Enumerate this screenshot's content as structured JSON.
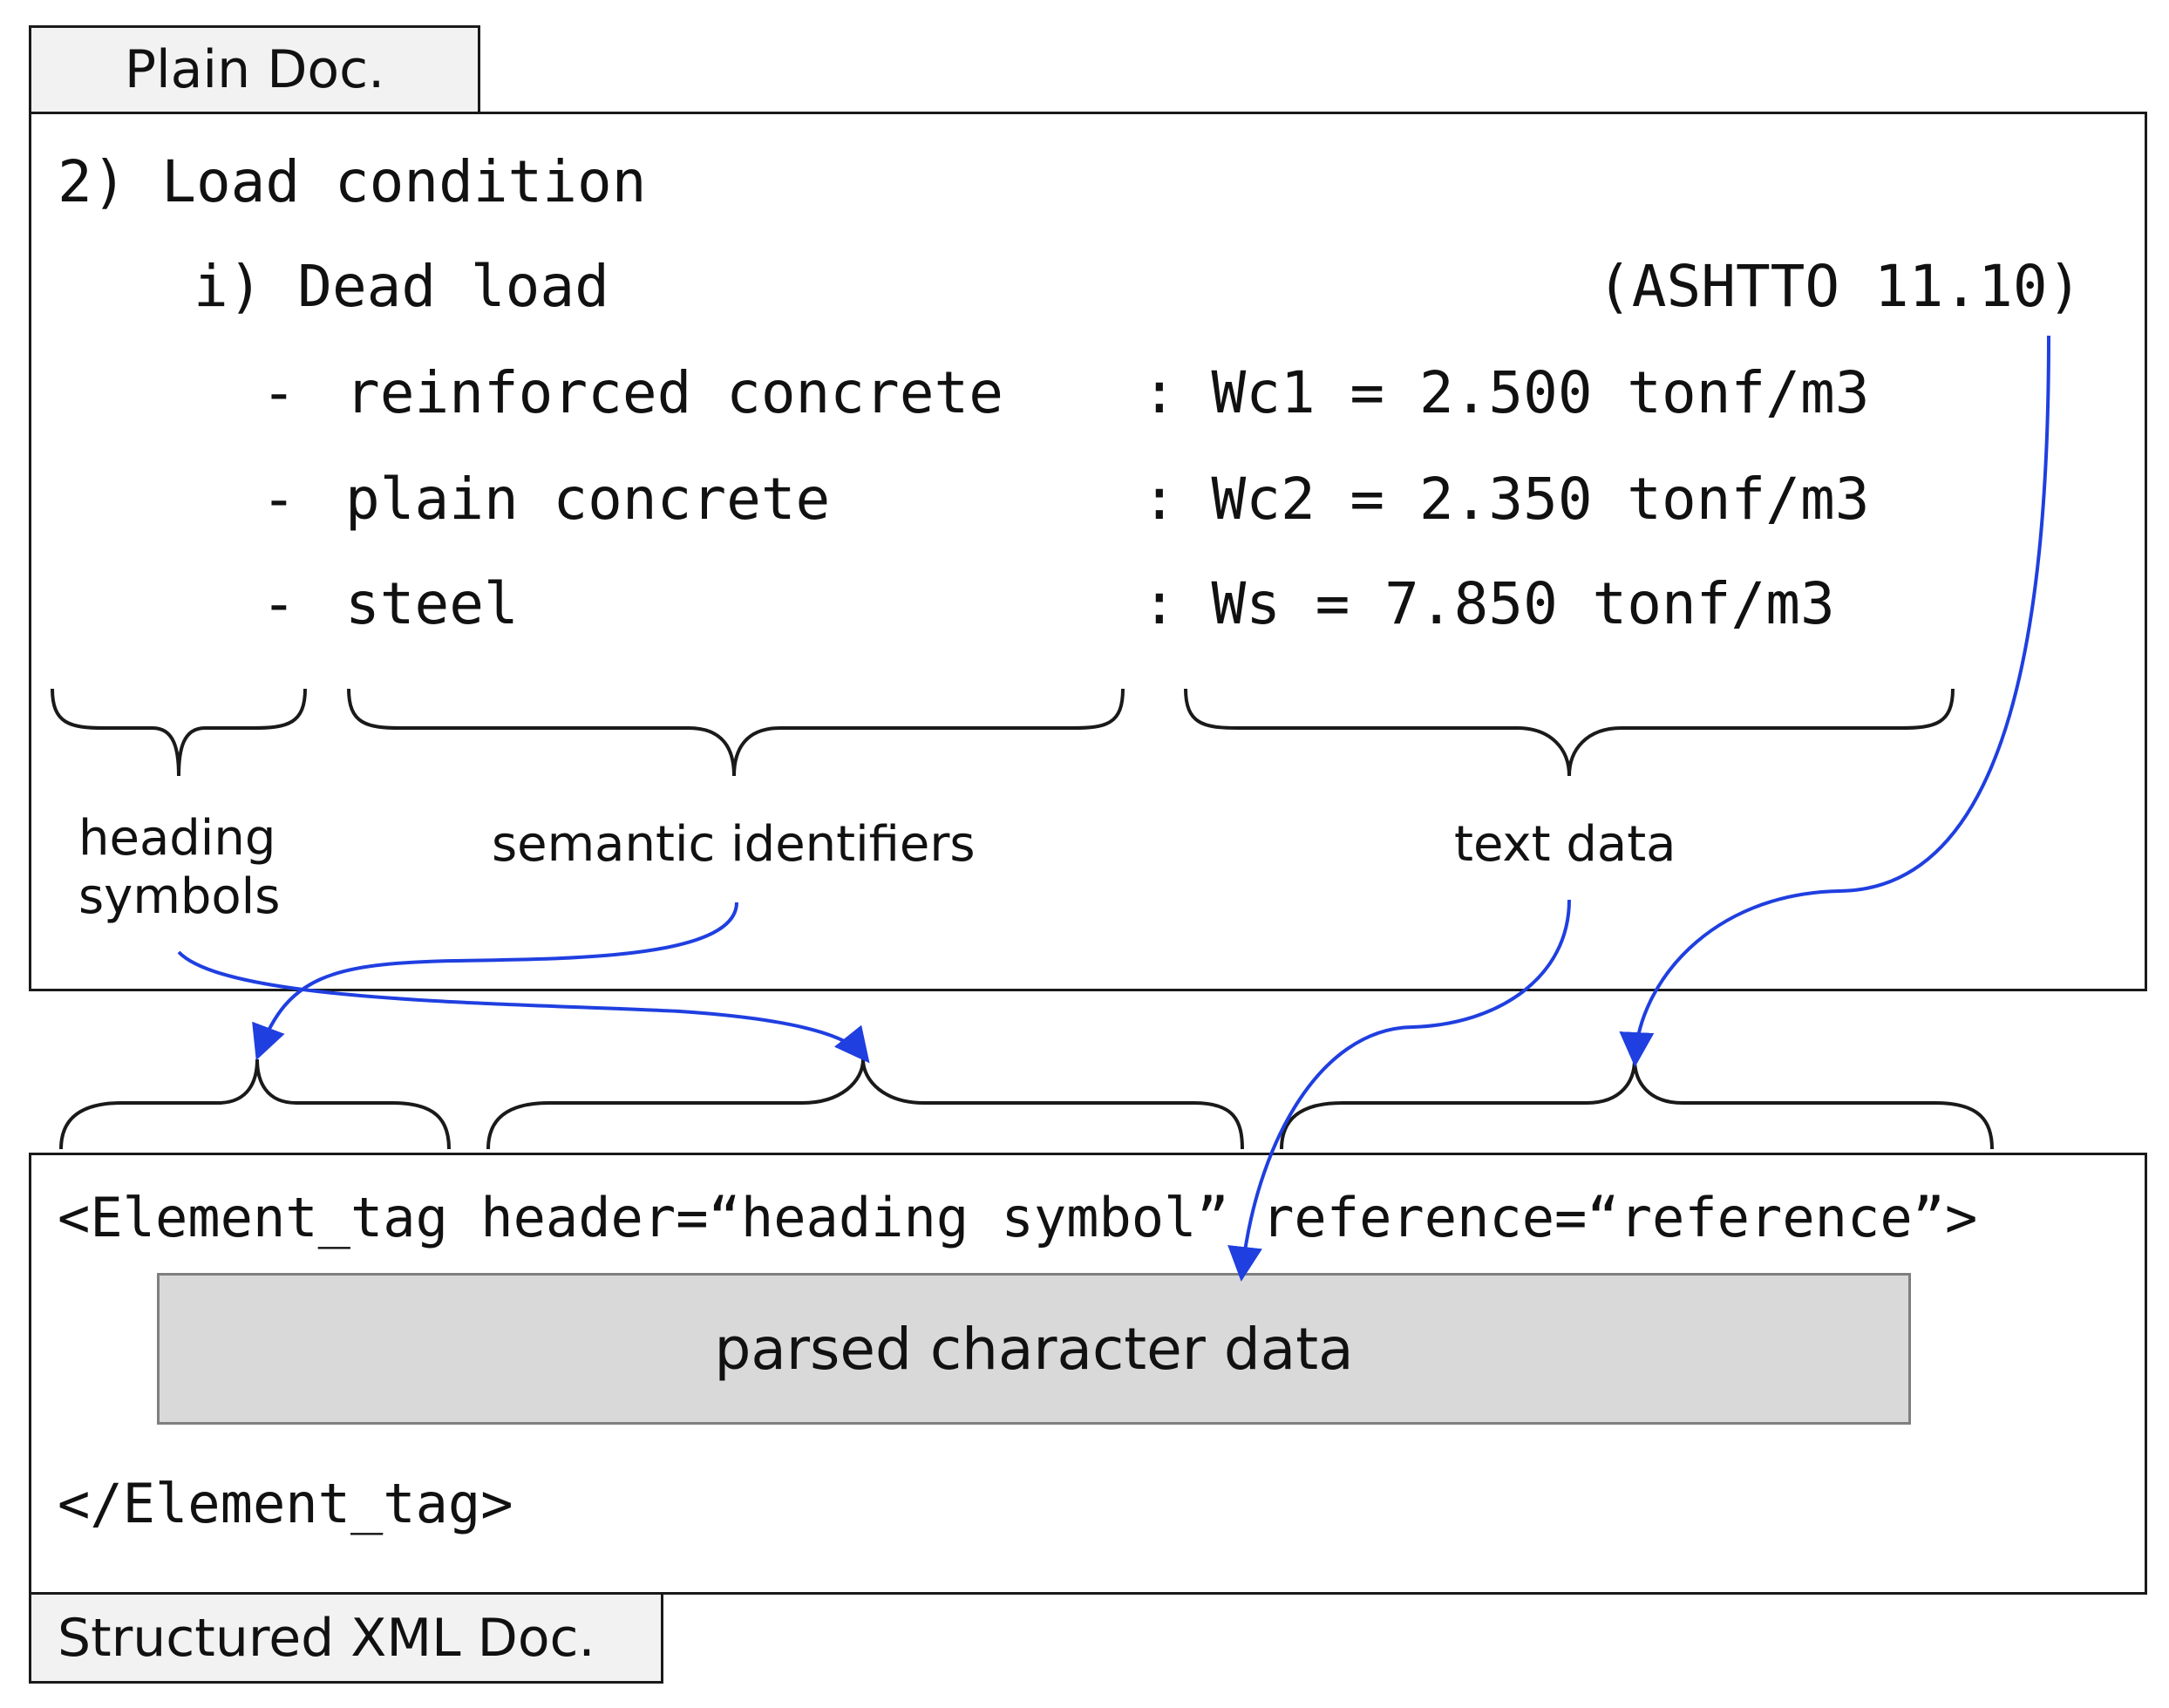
{
  "plain_doc": {
    "tab_label": "Plain Doc.",
    "lines": {
      "heading": "2) Load condition",
      "subheading": "i) Dead load",
      "reference": "(ASHTTO 11.10)",
      "items": [
        {
          "symbol": "-",
          "identifier": "reinforced concrete",
          "data": ": Wc1 = 2.500 tonf/m3"
        },
        {
          "symbol": "-",
          "identifier": "plain concrete",
          "data": ": Wc2 = 2.350 tonf/m3"
        },
        {
          "symbol": "-",
          "identifier": "steel",
          "data": ": Ws = 7.850 tonf/m3"
        }
      ]
    },
    "annotations": {
      "heading_symbols_line1": "heading",
      "heading_symbols_line2": "symbols",
      "semantic_identifiers": "semantic identifiers",
      "text_data": "text data"
    }
  },
  "xml_doc": {
    "tab_label": "Structured XML Doc.",
    "open_tag": "<Element_tag header=“heading symbol” reference=“reference”>",
    "pcdata": "parsed character data",
    "close_tag": "</Element_tag>"
  },
  "colors": {
    "arrow": "#1f3fe0",
    "brace": "#1a1a1a",
    "pcdata_fill": "#d9d9d9"
  }
}
